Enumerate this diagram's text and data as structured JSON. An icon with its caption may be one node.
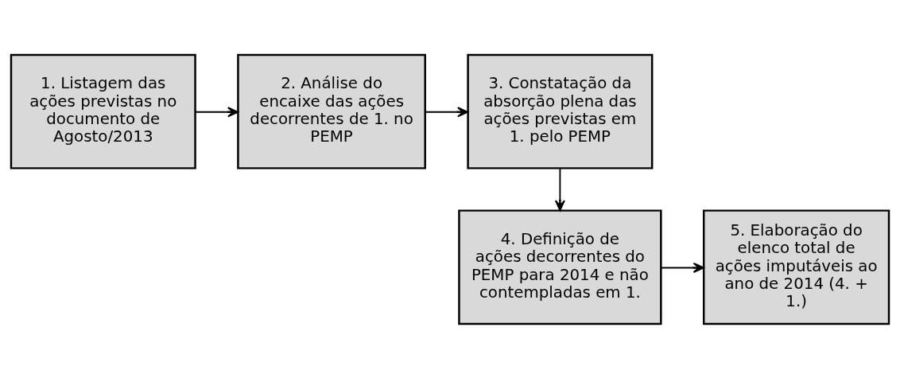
{
  "diagram": {
    "nodes": [
      {
        "text": [
          "1. Listagem das ações previstas no documento de Agosto/2013"
        ]
      },
      {
        "text": [
          "2. Análise do encaixe das ações decorrentes de 1. no PEMP"
        ]
      },
      {
        "text": [
          "3. Constatação da absorção plena das ações previstas em 1. pelo PEMP"
        ]
      },
      {
        "text": [
          "4. Definição de ações decorrentes do PEMP para 2014 e não contempladas em 1."
        ]
      },
      {
        "text": [
          "5. Elaboração do elenco total de ações imputáveis ao ano de 2014 (4. + 1.)"
        ]
      }
    ],
    "edges": [
      {
        "from": 0,
        "to": 1,
        "arrow": "to"
      },
      {
        "from": 1,
        "to": 2,
        "arrow": "to"
      },
      {
        "from": 2,
        "to": 3,
        "arrow": "to"
      },
      {
        "from": 3,
        "to": 4,
        "arrow": "to"
      }
    ]
  }
}
